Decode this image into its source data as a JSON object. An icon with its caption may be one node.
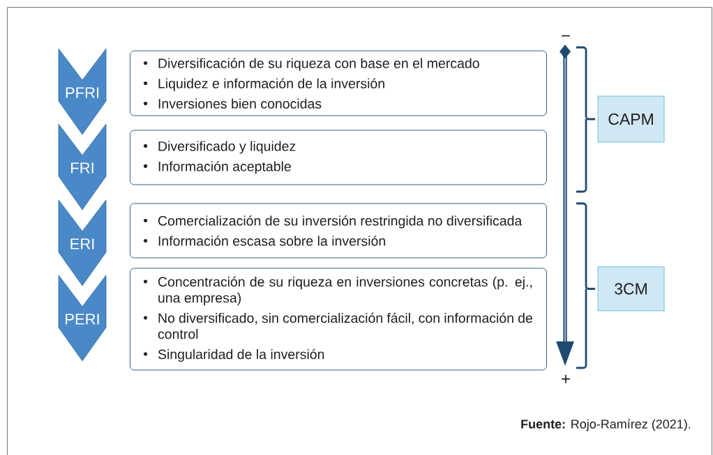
{
  "diagram": {
    "caption": "**Fuente:** Rojo-Ramírez (2021).",
    "nodes": [
      {
        "text": [
          "PFRI"
        ]
      },
      {
        "text": [
          "FRI"
        ]
      },
      {
        "text": [
          "ERI"
        ]
      },
      {
        "text": [
          "PERI"
        ]
      },
      {
        "text": [
          "Diversificación de su riqueza con base en el mercado",
          "Liquidez e información de la inversión",
          "Inversiones bien conocidas"
        ]
      },
      {
        "text": [
          "Diversificado y liquidez",
          "Información aceptable"
        ]
      },
      {
        "text": [
          "Comercialización de su inversión restringida no diversificada",
          "Información escasa sobre la inversión"
        ]
      },
      {
        "text": [
          "Concentración de su riqueza en inversiones concretas (p. ej., una empresa)",
          "No diversificado, sin comercialización fácil, con información de control",
          "Singularidad de la inversión"
        ]
      },
      {
        "text": [
          "CAPM"
        ]
      },
      {
        "text": [
          "3CM"
        ]
      }
    ],
    "labels": [
      "−",
      "+"
    ]
  }
}
